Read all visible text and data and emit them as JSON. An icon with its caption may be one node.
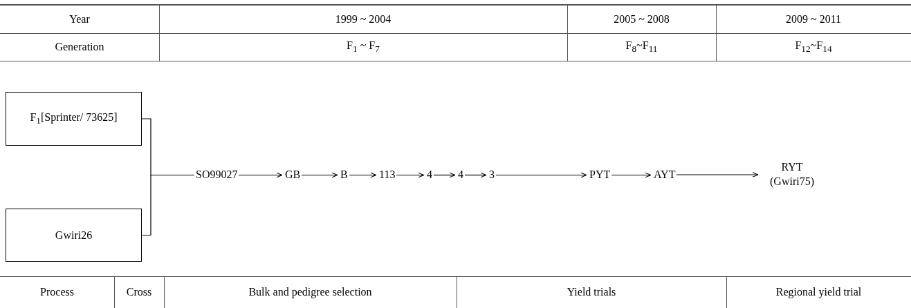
{
  "diagram": {
    "nodes": [
      {
        "text": [
          "F$_{1}$[Sprinter/ 73625]"
        ]
      },
      {
        "text": [
          "Gwiri26"
        ]
      },
      {
        "text": [
          "SO99027"
        ]
      },
      {
        "text": [
          "GB"
        ]
      },
      {
        "text": [
          "B"
        ]
      },
      {
        "text": [
          "113"
        ]
      },
      {
        "text": [
          "4"
        ]
      },
      {
        "text": [
          "4"
        ]
      },
      {
        "text": [
          "3"
        ]
      },
      {
        "text": [
          "PYT"
        ]
      },
      {
        "text": [
          "AYT"
        ]
      },
      {
        "text": [
          "RYT (Gwiri75)"
        ]
      }
    ],
    "edges": [
      {
        "from": 0,
        "to": 2,
        "arrow": "none"
      },
      {
        "from": 1,
        "to": 2,
        "arrow": "none"
      },
      {
        "from": 2,
        "to": 3,
        "arrow": "to"
      },
      {
        "from": 3,
        "to": 4,
        "arrow": "to"
      },
      {
        "from": 4,
        "to": 5,
        "arrow": "to"
      },
      {
        "from": 5,
        "to": 6,
        "arrow": "to"
      },
      {
        "from": 6,
        "to": 7,
        "arrow": "to"
      },
      {
        "from": 7,
        "to": 8,
        "arrow": "to"
      },
      {
        "from": 8,
        "to": 9,
        "arrow": "to"
      },
      {
        "from": 9,
        "to": 10,
        "arrow": "to"
      },
      {
        "from": 10,
        "to": 11,
        "arrow": "to"
      }
    ],
    "labels": [
      "Year",
      "1999 ~ 2004",
      "2005 ~ 2008",
      "2009 ~ 2011",
      "Generation",
      "F$_{1}$ ~ F$_{7}$",
      "F$_{8}$~F$_{11}$",
      "F$_{12}$~F$_{14}$",
      "Process",
      "Cross",
      "Bulk and pedigree selection",
      "Yield trials",
      "Regional yield trial"
    ]
  }
}
